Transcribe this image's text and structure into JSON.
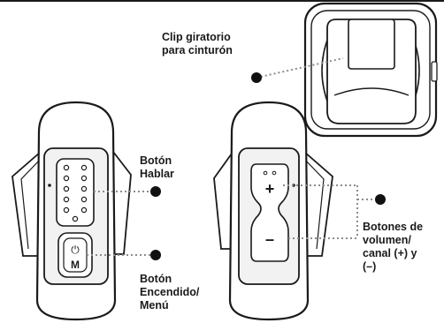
{
  "diagram": {
    "labels": {
      "clip": [
        "Clip giratorio",
        "para cinturón"
      ],
      "talk": [
        "Botón",
        "Hablar"
      ],
      "power": [
        "Botón",
        "Encendido/",
        "Menú"
      ],
      "volume": [
        "Botones de",
        "volumen/",
        "canal (+) y",
        "(–)"
      ]
    },
    "button_glyphs": {
      "power_symbol": "⏻",
      "menu_letter": "M",
      "plus": "+",
      "minus": "–"
    },
    "colors": {
      "outline": "#1a1a1a",
      "device_body": "#ffffff",
      "panel": "#f2f2f2",
      "leader_line": "#8c8c8c",
      "callout_dot": "#111111"
    }
  }
}
